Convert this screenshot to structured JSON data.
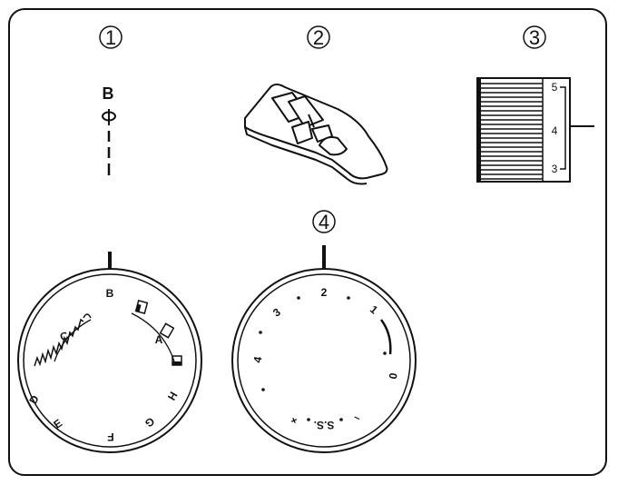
{
  "panels": {
    "p1": {
      "number": "1",
      "stitch_letter": "B"
    },
    "p2": {
      "number": "2"
    },
    "p3": {
      "number": "3",
      "scale_top": "5",
      "scale_mid": "4",
      "scale_bottom": "3"
    },
    "p4": {
      "number": "4"
    }
  },
  "pattern_dial": {
    "labels": {
      "B": "B",
      "A": "A",
      "C": "C",
      "D": "D",
      "E": "E",
      "F": "F",
      "G": "G",
      "H": "H"
    }
  },
  "length_dial": {
    "labels": {
      "zero": "0",
      "one": "1",
      "two": "2",
      "three": "3",
      "four": "4",
      "ss": "S.S.",
      "plus": "+",
      "minus": "–"
    }
  },
  "colors": {
    "line": "#111111",
    "background": "#ffffff"
  }
}
